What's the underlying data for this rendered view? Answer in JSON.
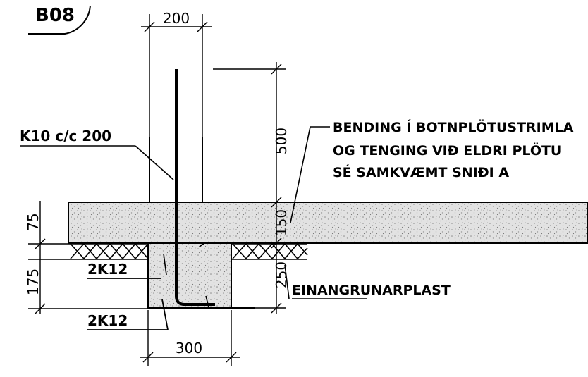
{
  "detail_tag": "B08",
  "labels": {
    "rebar_spacing": "K10 c/c 200",
    "note_line1": "BENDING Í BOTNPLÖTUSTRIMLA",
    "note_line2": "OG TENGING VIÐ ELDRI PLÖTU",
    "note_line3": "SÉ SAMKVÆMT SNIÐI A",
    "top_bars": "2K12",
    "bottom_bars": "2K12",
    "insulation": "EINANGRUNARPLAST"
  },
  "dimensions": {
    "wall_width": "200",
    "bar_projection": "500",
    "slab_thickness": "150",
    "beam_depth": "250",
    "left_upper": "75",
    "left_lower": "175",
    "beam_width": "300"
  }
}
